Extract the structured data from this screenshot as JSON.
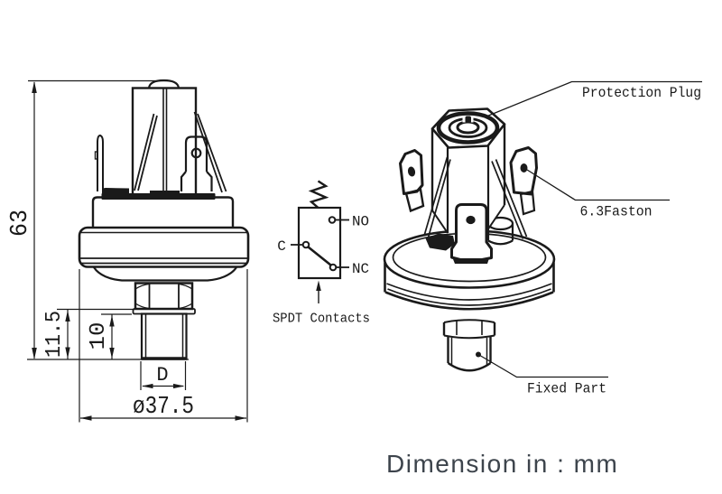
{
  "drawing": {
    "front_view": {
      "dims": {
        "overall_height": "63",
        "stub_length": "11.5",
        "thread_length": "10",
        "thread_diameter": "D",
        "body_diameter": "ø37.5"
      }
    },
    "schematic": {
      "common": "C",
      "normally_open": "NO",
      "normally_closed": "NC",
      "caption": "SPDT Contacts"
    },
    "iso_view": {
      "protection_plug": "Protection Plug",
      "faston": "6.3Faston",
      "fixed_part": "Fixed Part"
    },
    "footer": "Dimension in : mm",
    "colors": {
      "ink": "#1a1a1a",
      "note": "#3d444c",
      "background": "#ffffff"
    }
  }
}
